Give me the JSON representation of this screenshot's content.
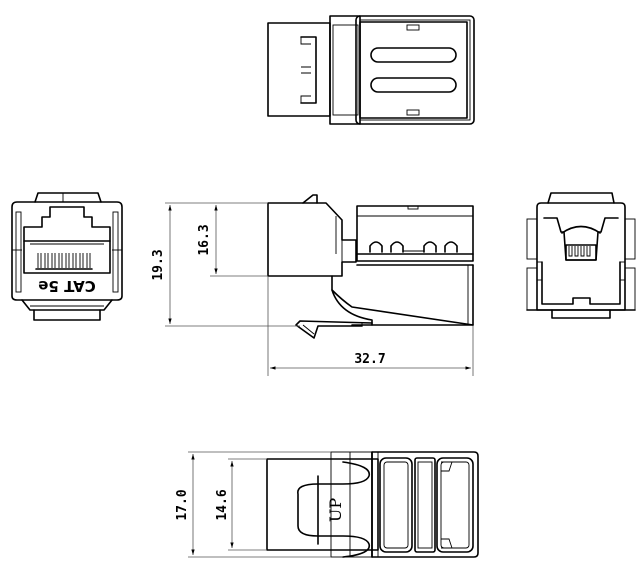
{
  "drawing": {
    "subject": "RJ45 keystone jack technical drawing",
    "views": [
      {
        "id": "top",
        "name": "Top view"
      },
      {
        "id": "front",
        "name": "Front view"
      },
      {
        "id": "side",
        "name": "Side view"
      },
      {
        "id": "rear",
        "name": "Rear view"
      },
      {
        "id": "bottom",
        "name": "Bottom view"
      }
    ],
    "front_label": "CAT 5e",
    "bottom_label": "UP",
    "dimensions": {
      "overall_height": "19.3",
      "body_height": "16.3",
      "overall_length": "32.7",
      "overall_width": "17.0",
      "body_width": "14.6"
    },
    "colors": {
      "line": "#000000",
      "dimension_line": "#555555",
      "background": "#ffffff"
    }
  }
}
